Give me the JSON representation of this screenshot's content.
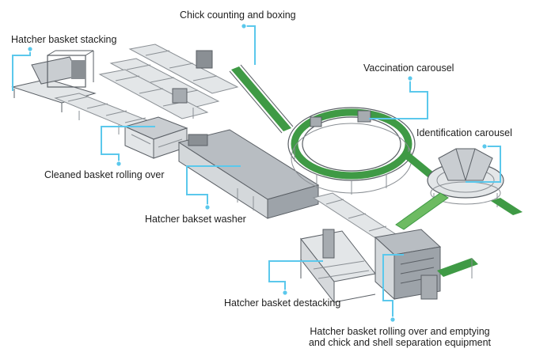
{
  "colors": {
    "leader": "#5bc8ec",
    "frame": "#8a8f94",
    "frame_dark": "#5a5f65",
    "panel": "#c9cdd1",
    "panel_light": "#e3e6e8",
    "conveyor": "#3f9a45",
    "conveyor_light": "#6dbb62",
    "label_text": "#1e1e1e"
  },
  "labels": {
    "chick_counting": "Chick counting and boxing",
    "basket_stacking": "Hatcher basket stacking",
    "vaccination": "Vaccination carousel",
    "identification": "Identification carousel",
    "cleaned_rolling": "Cleaned basket rolling over",
    "washer": "Hatcher bakset washer",
    "destacking": "Hatcher basket destacking",
    "rolling_emptying_line1": "Hatcher basket rolling over and emptying",
    "rolling_emptying_line2": "and chick and shell separation equipment"
  }
}
